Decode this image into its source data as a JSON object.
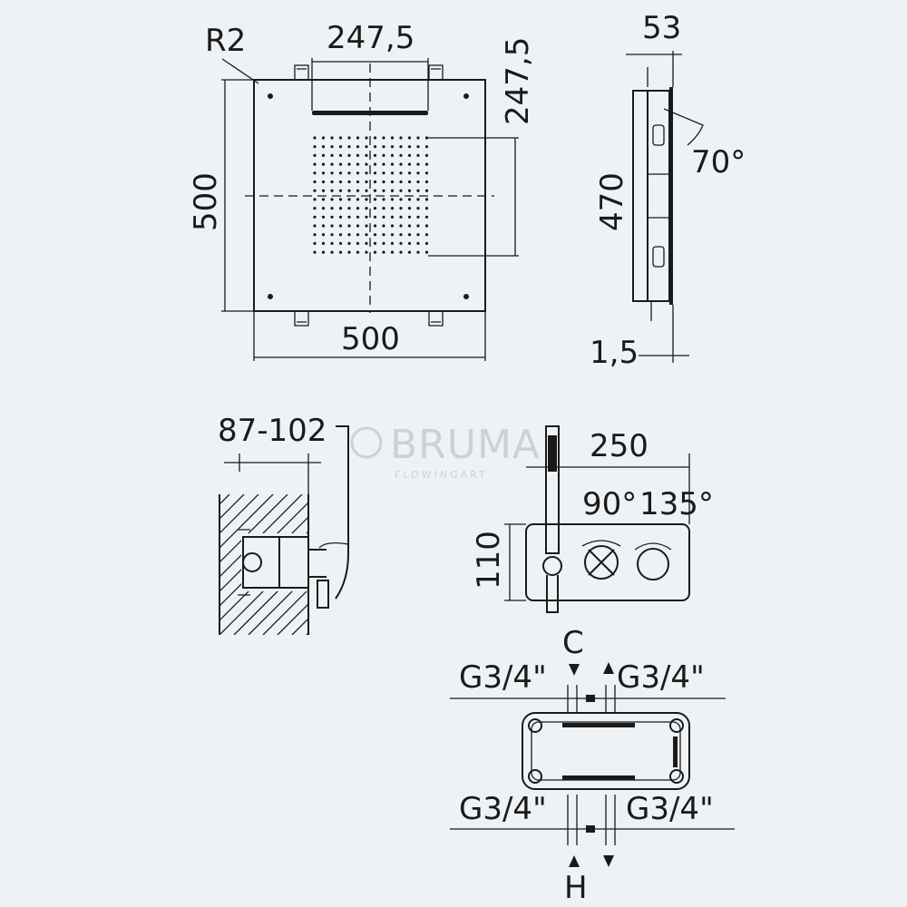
{
  "watermark": {
    "brand": "BRUMA",
    "tagline": "FLOWINGART"
  },
  "top_view": {
    "radius": "R2",
    "width_top": "247,5",
    "height_right": "247,5",
    "height_left": "500",
    "width_bottom": "500"
  },
  "side_view": {
    "depth": "53",
    "height": "470",
    "angle": "70°",
    "thickness": "1,5"
  },
  "mixer_side": {
    "depth": "87-102"
  },
  "mixer_front": {
    "width": "250",
    "height": "110",
    "angle_left": "90°",
    "angle_right": "135°"
  },
  "connections": {
    "cold_label": "C",
    "hot_label": "H",
    "thread_top_left": "G3/4\"",
    "thread_top_right": "G3/4\"",
    "thread_bottom_left": "G3/4\"",
    "thread_bottom_right": "G3/4\""
  }
}
